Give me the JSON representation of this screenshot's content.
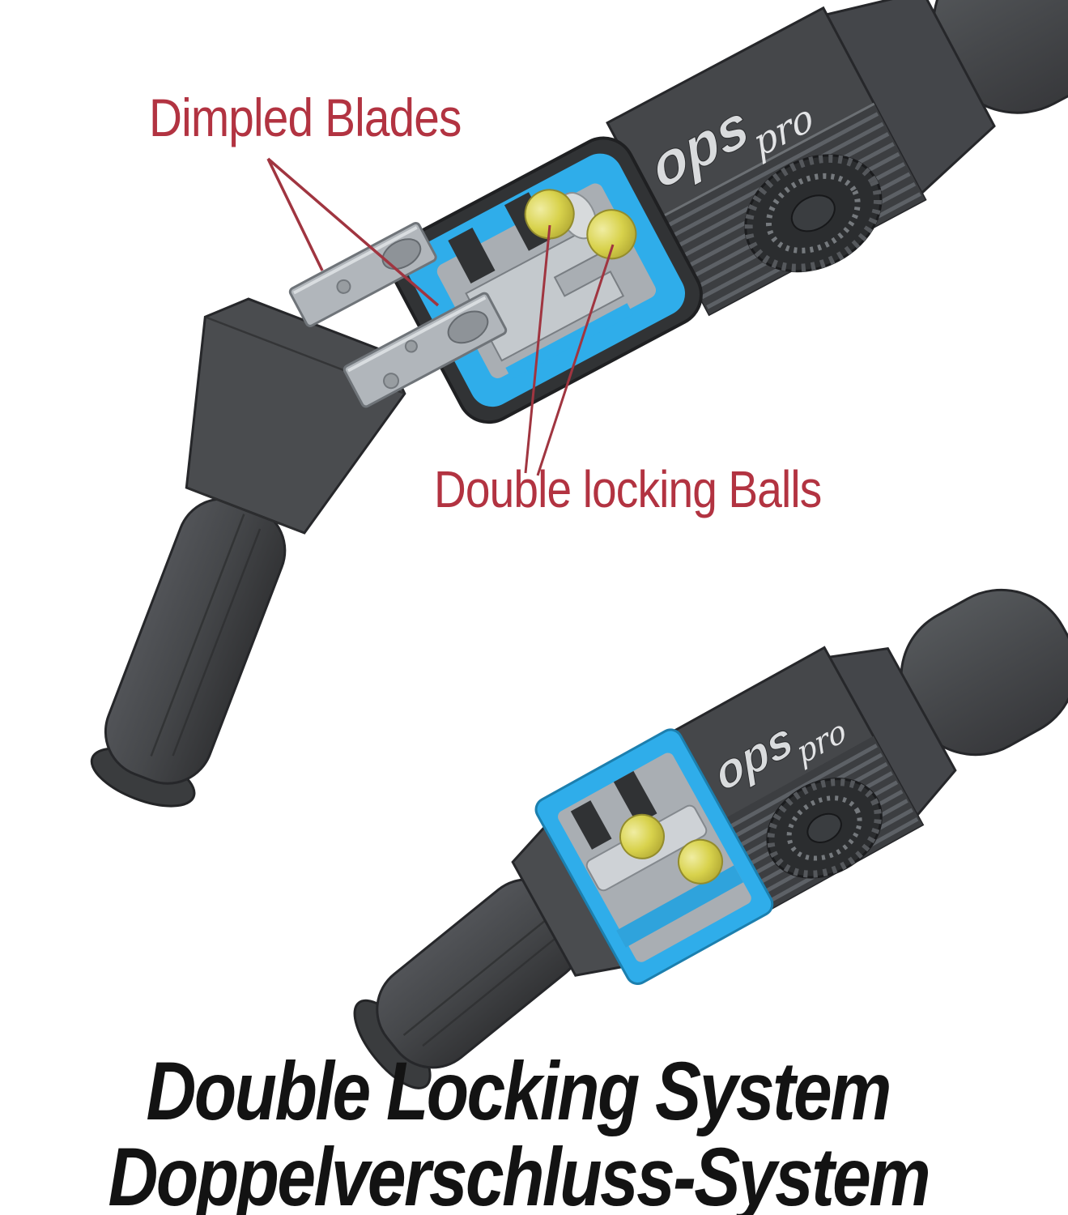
{
  "page": {
    "background_color": "#ffffff",
    "type": "product-diagram"
  },
  "labels": {
    "dimpled_blades": "Dimpled Blades",
    "double_locking_balls": "Double locking Balls"
  },
  "captions": {
    "title_en": "Double Locking System",
    "title_de": "Doppelverschluss-System"
  },
  "branding": {
    "logo_text": "ops",
    "logo_suffix": "pro"
  },
  "colors": {
    "annotation_red": "#b23341",
    "leader_red": "#a03540",
    "caption_black": "#131313",
    "housing_dark_gray": "#3e4043",
    "plug_dark_gray": "#47494c",
    "blade_gray": "#b1b6bb",
    "insert_blue": "#2fadea",
    "interior_gray": "#a9aeb3",
    "locking_ball_yellow": "#d8d24c"
  }
}
